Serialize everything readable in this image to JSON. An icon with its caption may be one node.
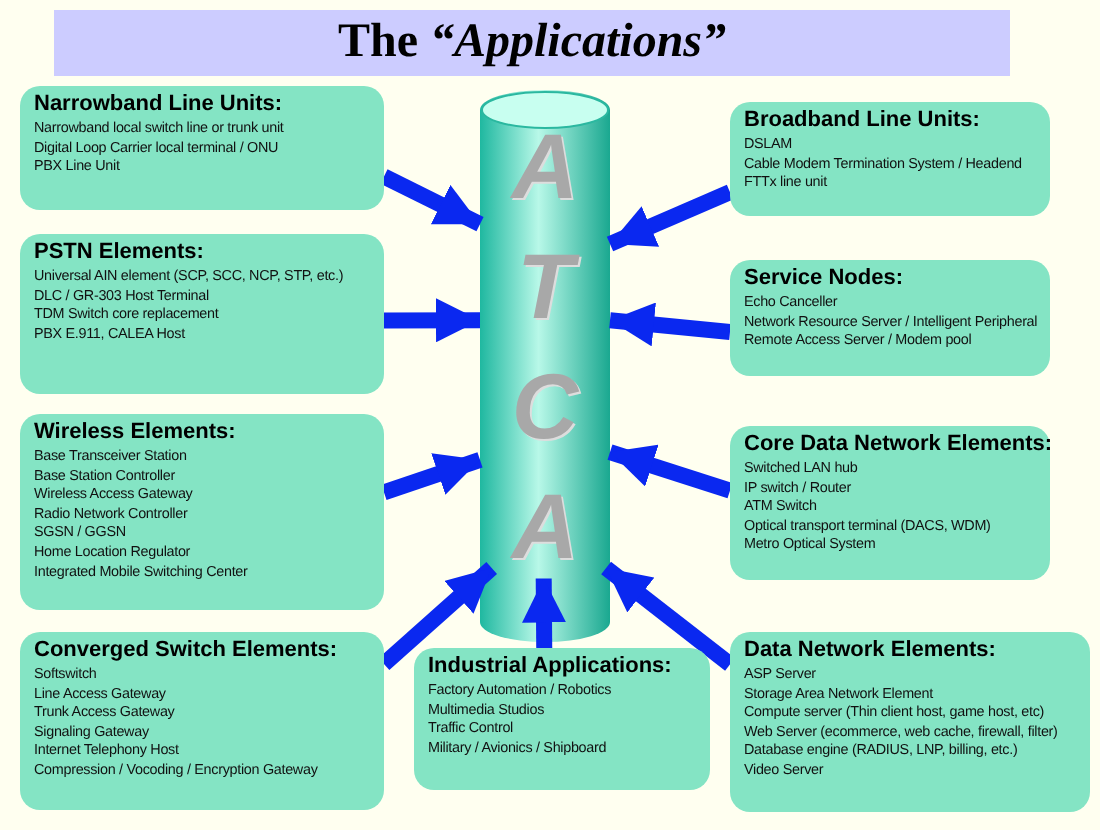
{
  "diagram": {
    "title": "The *“Applications”*",
    "nodes": [
      {
        "text": [
          "Narrowband Line Units:",
          "Narrowband local switch    line or trunk unit",
          "Digital Loop Carrier local terminal / ONU",
          "PBX Line Unit"
        ]
      },
      {
        "text": [
          "PSTN Elements:",
          "Universal AIN element (SCP, SCC, NCP, STP, etc.)",
          "DLC / GR-303 Host Terminal",
          "TDM Switch core replacement",
          "PBX E.911, CALEA Host"
        ]
      },
      {
        "text": [
          "Wireless Elements:",
          "Base Transceiver Station",
          "Base Station Controller",
          "Wireless Access Gateway",
          "Radio Network Controller",
          "SGSN / GGSN",
          "Home Location Regulator",
          "Integrated Mobile Switching Center"
        ]
      },
      {
        "text": [
          "Converged Switch Elements:",
          "Softswitch",
          "Line Access Gateway",
          "Trunk Access Gateway",
          "Signaling Gateway",
          "Internet Telephony Host",
          "Compression / Vocoding / Encryption Gateway"
        ]
      },
      {
        "text": [
          "Industrial Applications:",
          "Factory Automation / Robotics",
          "Multimedia Studios",
          "Traffic Control",
          "Military / Avionics / Shipboard"
        ]
      },
      {
        "text": [
          "Broadband Line Units:",
          "DSLAM",
          "Cable Modem Termination System / Headend",
          "FTTx line unit"
        ]
      },
      {
        "text": [
          "Service Nodes:",
          "Echo Canceller",
          "Network Resource Server / Intelligent Peripheral",
          "Remote Access Server / Modem pool"
        ]
      },
      {
        "text": [
          "Core Data Network Elements:",
          "Switched LAN hub",
          "IP switch / Router",
          "ATM Switch",
          "Optical transport terminal (DACS, WDM)",
          "Metro Optical System"
        ]
      },
      {
        "text": [
          "Data Network Elements:",
          "ASP Server",
          "Storage Area Network Element",
          "Compute server (Thin client host, game host, etc)",
          "Web Server (ecommerce, web cache, firewall, filter)",
          "Database engine (RADIUS, LNP, billing, etc.)",
          "Video Server"
        ]
      },
      {
        "text": [
          "ATCA"
        ]
      }
    ],
    "edges": [
      {
        "from": 0,
        "to": 9,
        "arrow": "to"
      },
      {
        "from": 1,
        "to": 9,
        "arrow": "to"
      },
      {
        "from": 2,
        "to": 9,
        "arrow": "to"
      },
      {
        "from": 3,
        "to": 9,
        "arrow": "to"
      },
      {
        "from": 4,
        "to": 9,
        "arrow": "to"
      },
      {
        "from": 5,
        "to": 9,
        "arrow": "to"
      },
      {
        "from": 6,
        "to": 9,
        "arrow": "to"
      },
      {
        "from": 7,
        "to": 9,
        "arrow": "to"
      },
      {
        "from": 8,
        "to": 9,
        "arrow": "to"
      }
    ]
  }
}
